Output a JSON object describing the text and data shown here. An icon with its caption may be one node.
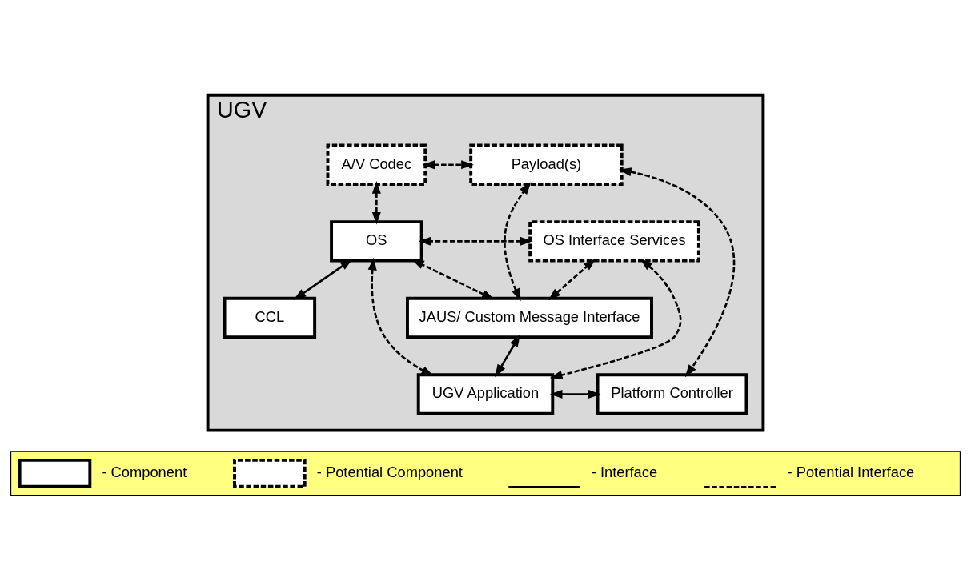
{
  "diagram": {
    "nodes": [
      {
        "text": [
          "UGV"
        ]
      },
      {
        "text": [
          "A/V Codec"
        ],
        "in": 0
      },
      {
        "text": [
          "Payload(s)"
        ],
        "in": 0
      },
      {
        "text": [
          "JAUS/ Custom Message Interface"
        ],
        "in": 0
      },
      {
        "text": [
          "CCL"
        ],
        "in": 0
      },
      {
        "text": [
          "OS Interface Services"
        ],
        "in": 0
      },
      {
        "text": [
          "OS"
        ],
        "in": 0
      },
      {
        "text": [
          "UGV Application"
        ],
        "in": 0
      },
      {
        "text": [
          "Platform Controller"
        ],
        "in": 0
      }
    ],
    "edges": [
      {
        "from": 1,
        "to": 2,
        "arrow": "both",
        "style": "dashed"
      },
      {
        "from": 1,
        "to": 6,
        "arrow": "both",
        "style": "dashed"
      },
      {
        "from": 3,
        "to": 2,
        "arrow": "both",
        "style": "dashed"
      },
      {
        "from": 3,
        "to": 6,
        "arrow": "both",
        "style": "dashed"
      },
      {
        "from": 2,
        "to": 8,
        "arrow": "both",
        "style": "dashed"
      },
      {
        "from": 3,
        "to": 5,
        "arrow": "both",
        "style": "dashed"
      },
      {
        "from": 3,
        "to": 7,
        "arrow": "both"
      },
      {
        "from": 5,
        "to": 6,
        "arrow": "both",
        "style": "dashed"
      },
      {
        "from": 6,
        "to": 4,
        "arrow": "both"
      },
      {
        "from": 5,
        "to": 7,
        "arrow": "both",
        "style": "dashed"
      },
      {
        "from": 6,
        "to": 7,
        "arrow": "both",
        "style": "dashed"
      },
      {
        "from": 7,
        "to": 8,
        "arrow": "both"
      }
    ],
    "legend": [
      {
        "text": "- Component"
      },
      {
        "text": "- Potential Component"
      },
      {
        "text": "- Interface"
      },
      {
        "text": "- Potential Interface"
      }
    ]
  }
}
